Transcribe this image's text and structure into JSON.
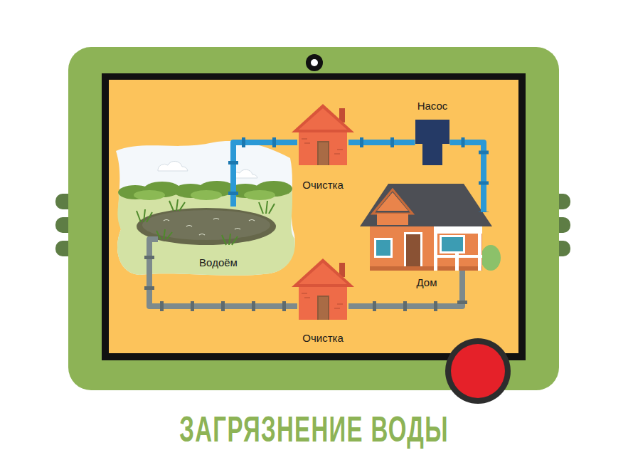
{
  "diagram": {
    "title": "ЗАГРЯЗНЕНИЕ ВОДЫ",
    "nodes": [
      {
        "text": [
          "Очистка"
        ]
      },
      {
        "text": [
          "Насос"
        ]
      },
      {
        "text": [
          "Водоём"
        ]
      },
      {
        "text": [
          "Дом"
        ]
      },
      {
        "text": [
          "Очистка"
        ]
      }
    ],
    "edges": [
      {
        "from": 2,
        "to": 0,
        "arrow": "none"
      },
      {
        "from": 0,
        "to": 1,
        "arrow": "none"
      },
      {
        "from": 1,
        "to": 3,
        "arrow": "none"
      },
      {
        "from": 3,
        "to": 4,
        "arrow": "none"
      },
      {
        "from": 4,
        "to": 2,
        "arrow": "none"
      }
    ]
  }
}
